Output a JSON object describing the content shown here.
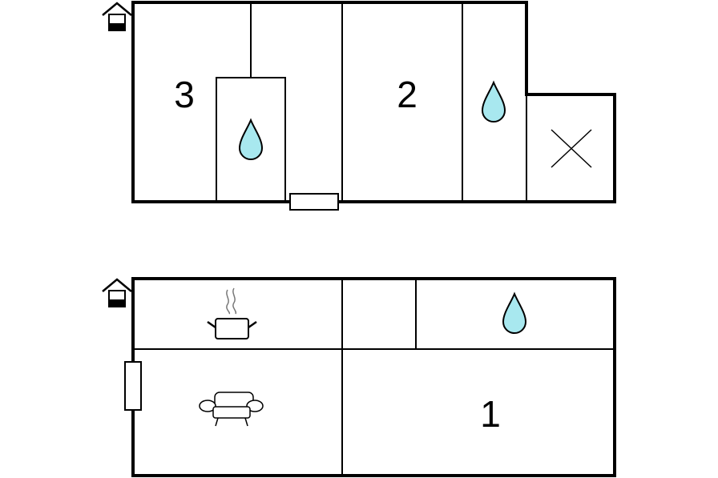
{
  "floors": [
    {
      "rooms": [
        {
          "label": "3"
        },
        {
          "label": "2"
        }
      ]
    },
    {
      "rooms": [
        {
          "label": "1"
        }
      ]
    }
  ],
  "colors": {
    "water": "#a8e8ef",
    "wall": "#000000",
    "background": "#ffffff"
  },
  "icons": [
    "house-entrance-icon",
    "water-drop-icon",
    "cross-icon",
    "cooking-pot-icon",
    "sofa-icon",
    "window-icon"
  ]
}
